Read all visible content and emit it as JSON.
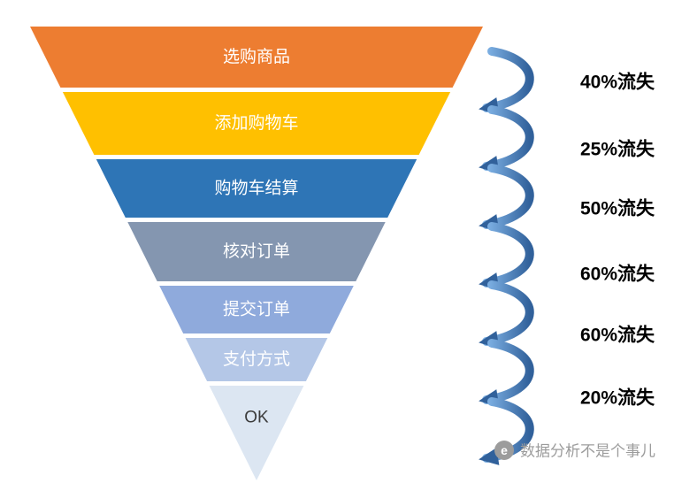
{
  "chart_data": {
    "type": "funnel",
    "title": "",
    "stages": [
      {
        "label": "选购商品",
        "color": "#ED7D31",
        "text_color": "#FFFFFF"
      },
      {
        "label": "添加购物车",
        "color": "#FFC000",
        "text_color": "#FFFFFF"
      },
      {
        "label": "购物车结算",
        "color": "#2E75B6",
        "text_color": "#FFFFFF"
      },
      {
        "label": "核对订单",
        "color": "#8496B0",
        "text_color": "#FFFFFF"
      },
      {
        "label": "提交订单",
        "color": "#8FAADC",
        "text_color": "#FFFFFF"
      },
      {
        "label": "支付方式",
        "color": "#B4C7E7",
        "text_color": "#FFFFFF"
      },
      {
        "label": "OK",
        "color": "#DCE6F2",
        "text_color": "#3B3B3B"
      }
    ],
    "losses": [
      {
        "label": "40%流失",
        "value": 40
      },
      {
        "label": "25%流失",
        "value": 25
      },
      {
        "label": "50%流失",
        "value": 50
      },
      {
        "label": "60%流失",
        "value": 60
      },
      {
        "label": "60%流失",
        "value": 60
      },
      {
        "label": "20%流失",
        "value": 20
      }
    ],
    "loss_label_color": "#000000",
    "arrow_colors": [
      "#7FB2E5",
      "#31619B"
    ],
    "background": "#FFFFFF",
    "legend_position": "none"
  },
  "watermark": {
    "text": "数据分析不是个事儿",
    "color": "#9C9C9C",
    "icon_color": "#9C9C9C",
    "icon_glyph": "e"
  }
}
